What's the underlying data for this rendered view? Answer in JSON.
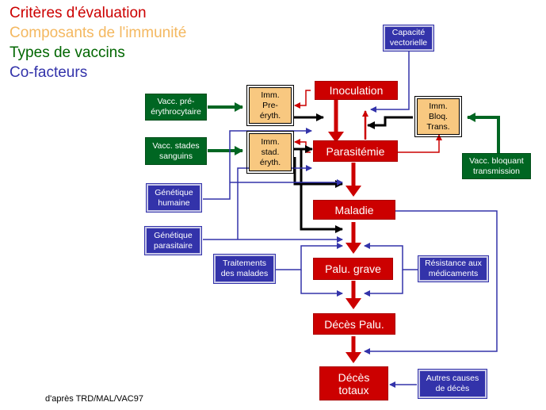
{
  "legend": [
    {
      "label": "Critères d'évaluation",
      "color": "#cc0000"
    },
    {
      "label": "Composants de l'immunité",
      "color": "#f4b860"
    },
    {
      "label": "Types de vaccins",
      "color": "#006600"
    },
    {
      "label": "Co-facteurs",
      "color": "#3333aa"
    }
  ],
  "criteria": {
    "inoculation": "Inoculation",
    "parasitemie": "Parasitémie",
    "maladie": "Maladie",
    "palu_grave": "Palu. grave",
    "deces_palu": "Décès Palu.",
    "deces_totaux": "Décès\ntotaux"
  },
  "immunity": {
    "pre_eryth": "Imm.\nPre-\néryth.",
    "stad_eryth": "Imm.\nstad.\néryth.",
    "bloq_trans": "Imm.\nBloq.\nTrans."
  },
  "vaccines": {
    "pre_erythrocytaire": "Vacc. pré-\nérythrocytaire",
    "stades_sanguins": "Vacc. stades\nsanguins",
    "bloquant_transmission": "Vacc. bloquant\ntransmission"
  },
  "cofactors": {
    "capacite_vectorielle": "Capacité\nvectorielle",
    "genetique_humaine": "Génétique\nhumaine",
    "genetique_parasitaire": "Génétique\nparasitaire",
    "traitements_malades": "Traitements\ndes malades",
    "resistance_medicaments": "Résistance aux\nmédicaments",
    "autres_causes": "Autres causes\nde décès"
  },
  "credit": "d'après TRD/MAL/VAC97",
  "colors": {
    "red": "#cc0000",
    "blue": "#3333aa",
    "green": "#006622",
    "orange": "#f8c880",
    "black": "#000000"
  }
}
